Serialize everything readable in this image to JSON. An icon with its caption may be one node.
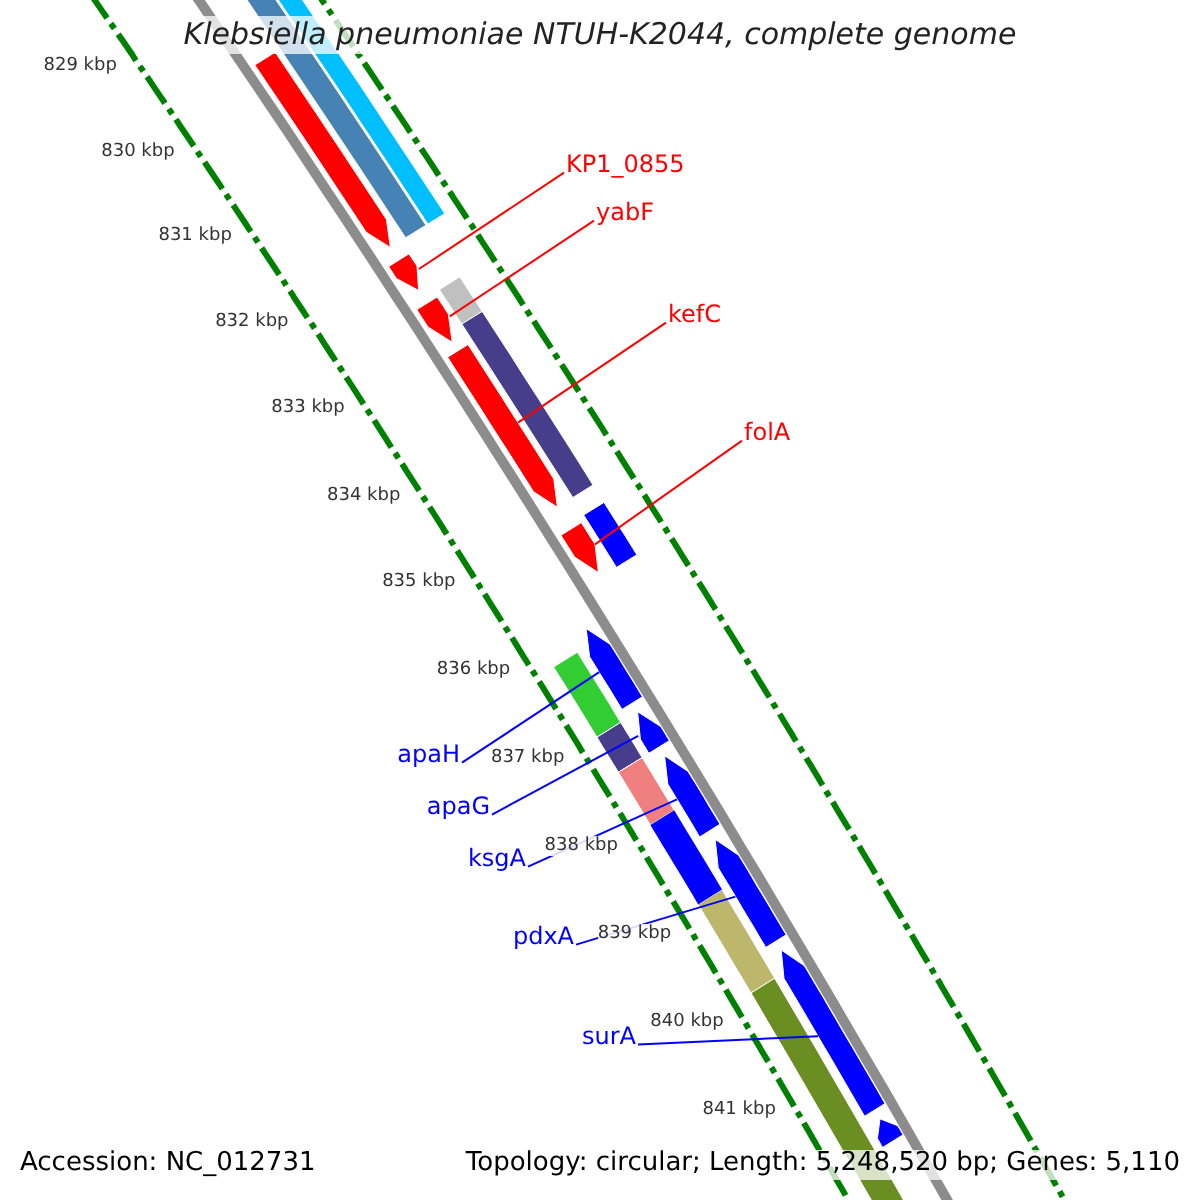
{
  "diagram": {
    "title": "Klebsiella pneumoniae NTUH-K2044, complete genome",
    "nodes": [
      {
        "text": [
          "KP1_0855"
        ]
      },
      {
        "text": [
          "yabF"
        ]
      },
      {
        "text": [
          "kefC"
        ]
      },
      {
        "text": [
          "folA"
        ]
      },
      {
        "text": [
          "apaH"
        ]
      },
      {
        "text": [
          "apaG"
        ]
      },
      {
        "text": [
          "ksgA"
        ]
      },
      {
        "text": [
          "pdxA"
        ]
      },
      {
        "text": [
          "surA"
        ]
      },
      {
        "text": [],
        "shape": "arrow"
      },
      {
        "text": [],
        "shape": "arrow"
      },
      {
        "text": [],
        "shape": "arrow"
      },
      {
        "text": [],
        "shape": "arrow"
      },
      {
        "text": [],
        "shape": "arrow"
      },
      {
        "text": [],
        "shape": "arrow"
      },
      {
        "text": [],
        "shape": "arrow"
      },
      {
        "text": [],
        "shape": "arrow"
      },
      {
        "text": [],
        "shape": "arrow"
      },
      {
        "text": [],
        "shape": "arrow"
      },
      {
        "text": [],
        "shape": "arrow"
      },
      {
        "text": [],
        "shape": "bar"
      }
    ],
    "edges": [
      {
        "from": 0,
        "to": 9,
        "arrow": "none",
        "color": "#ff0000"
      },
      {
        "from": 1,
        "to": 10,
        "arrow": "none",
        "color": "#ff0000"
      },
      {
        "from": 2,
        "to": 11,
        "arrow": "none",
        "color": "#ff0000"
      },
      {
        "from": 3,
        "to": 12,
        "arrow": "none",
        "color": "#ff0000"
      },
      {
        "from": 4,
        "to": 13,
        "arrow": "none"
      },
      {
        "from": 5,
        "to": 14,
        "arrow": "none"
      },
      {
        "from": 6,
        "to": 15,
        "arrow": "none"
      },
      {
        "from": 7,
        "to": 16,
        "arrow": "none"
      },
      {
        "from": 8,
        "to": 17,
        "arrow": "none"
      }
    ],
    "labels": [
      "829 kbp",
      "830 kbp",
      "831 kbp",
      "832 kbp",
      "833 kbp",
      "834 kbp",
      "835 kbp",
      "836 kbp",
      "837 kbp",
      "838 kbp",
      "839 kbp",
      "840 kbp",
      "841 kbp",
      "Accession: NC_012731",
      "Topology: circular; Length: 5,248,520 bp; Genes: 5,110"
    ]
  }
}
